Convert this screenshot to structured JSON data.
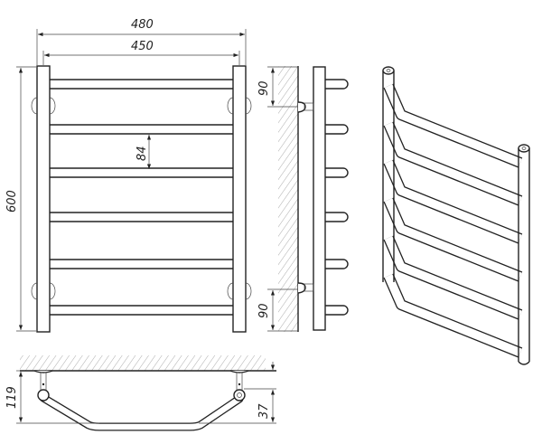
{
  "drawing": {
    "front_view": {
      "overall_width": "480",
      "inner_width": "450",
      "height": "600",
      "bar_spacing": "84",
      "bar_count": 6
    },
    "side_view": {
      "top_mount_offset": "90",
      "bottom_mount_offset": "90"
    },
    "top_view": {
      "depth": "119",
      "mount_depth": "37"
    },
    "colors": {
      "line": "#222222",
      "hatch": "#888888"
    }
  }
}
